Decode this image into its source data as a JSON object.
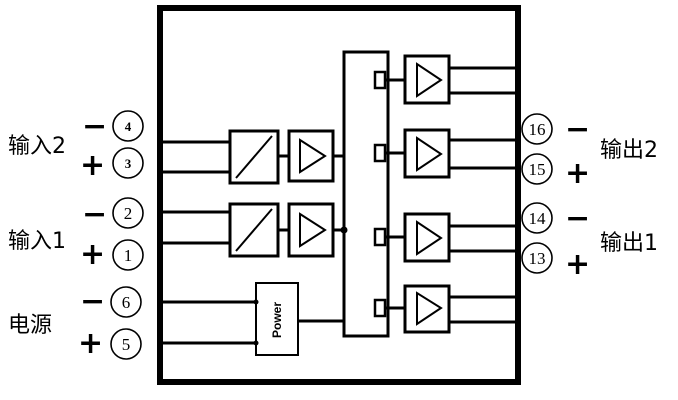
{
  "groups": {
    "input2": "输入2",
    "input1": "输入1",
    "power": "电源",
    "output2": "输出2",
    "output1": "输出1"
  },
  "terminals": {
    "t1": "1",
    "t2": "2",
    "t3": "3",
    "t4": "4",
    "t5": "5",
    "t6": "6",
    "t13": "13",
    "t14": "14",
    "t15": "15",
    "t16": "16"
  },
  "signs": {
    "minus": "−",
    "plus": "+"
  },
  "power_block": "Power"
}
